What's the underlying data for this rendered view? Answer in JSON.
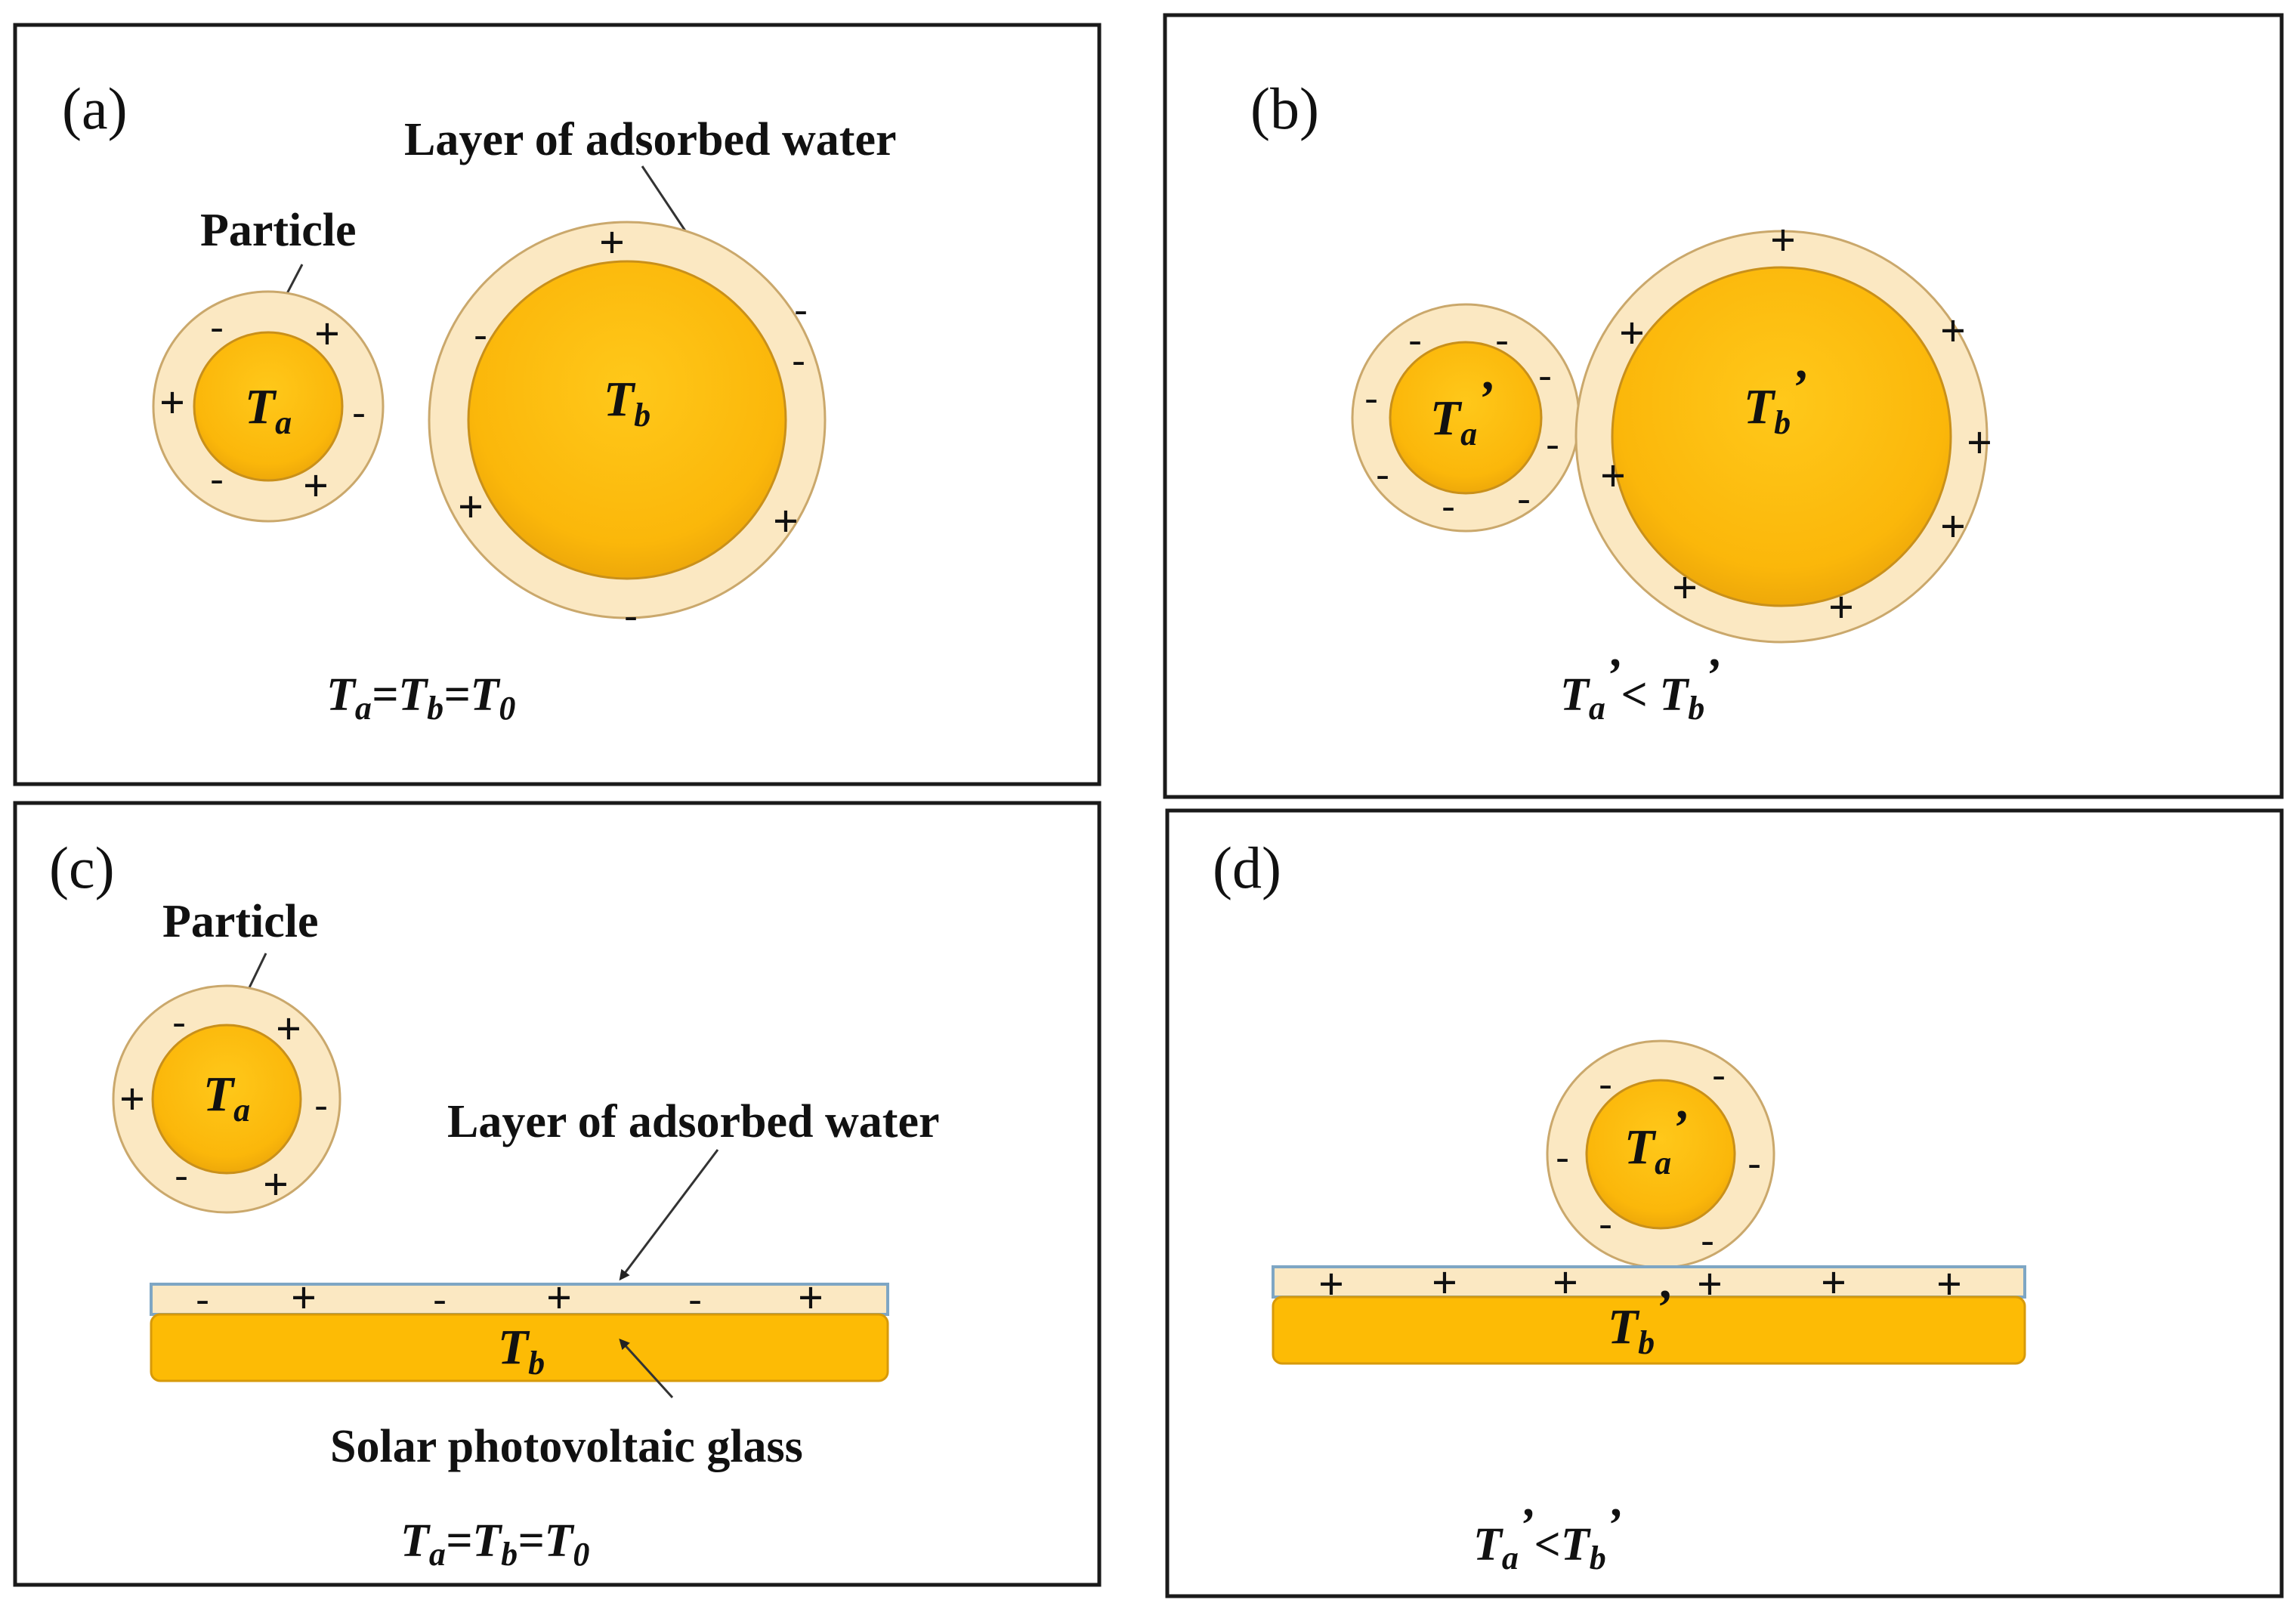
{
  "panels": {
    "a": {
      "label": "(a)",
      "particle_label": "Particle",
      "water_label": "Layer of adsorbed water",
      "small_temp": {
        "base": "T",
        "sub": "a",
        "prime": ""
      },
      "large_temp": {
        "base": "T",
        "sub": "b",
        "prime": ""
      },
      "equation": {
        "t1": "T",
        "s1": "a",
        "op1": "=",
        "t2": "T",
        "s2": "b",
        "op2": "=",
        "t3": "T",
        "s3": "0"
      }
    },
    "b": {
      "label": "(b)",
      "small_temp": {
        "base": "T",
        "sub": "a",
        "prime": "’"
      },
      "large_temp": {
        "base": "T",
        "sub": "b",
        "prime": "’"
      },
      "equation": {
        "t1": "T",
        "s1": "a",
        "p1": "’",
        "op": "< ",
        "t2": "T",
        "s2": "b",
        "p2": "’"
      }
    },
    "c": {
      "label": "(c)",
      "particle_label": "Particle",
      "water_label": "Layer of adsorbed water",
      "glass_label": "Solar photovoltaic glass",
      "small_temp": {
        "base": "T",
        "sub": "a",
        "prime": ""
      },
      "glass_temp": {
        "base": "T",
        "sub": "b",
        "prime": ""
      },
      "equation": {
        "t1": "T",
        "s1": "a",
        "op1": "=",
        "t2": "T",
        "s2": "b",
        "op2": "=",
        "t3": "T",
        "s3": "0"
      }
    },
    "d": {
      "label": "(d)",
      "small_temp": {
        "base": "T",
        "sub": "a",
        "prime": "’"
      },
      "glass_temp": {
        "base": "T",
        "sub": "b",
        "prime": "’"
      },
      "equation": {
        "t1": "T",
        "s1": "a",
        "p1": "’",
        "op": "<",
        "t2": "T",
        "s2": "b",
        "p2": "’"
      }
    }
  },
  "charges": {
    "plus": "+",
    "minus": "-"
  },
  "colors": {
    "core": "#fdbb05",
    "shell": "#fbe8c2",
    "frame": "#1a1a1a",
    "water_edge": "#7ea6c4"
  }
}
